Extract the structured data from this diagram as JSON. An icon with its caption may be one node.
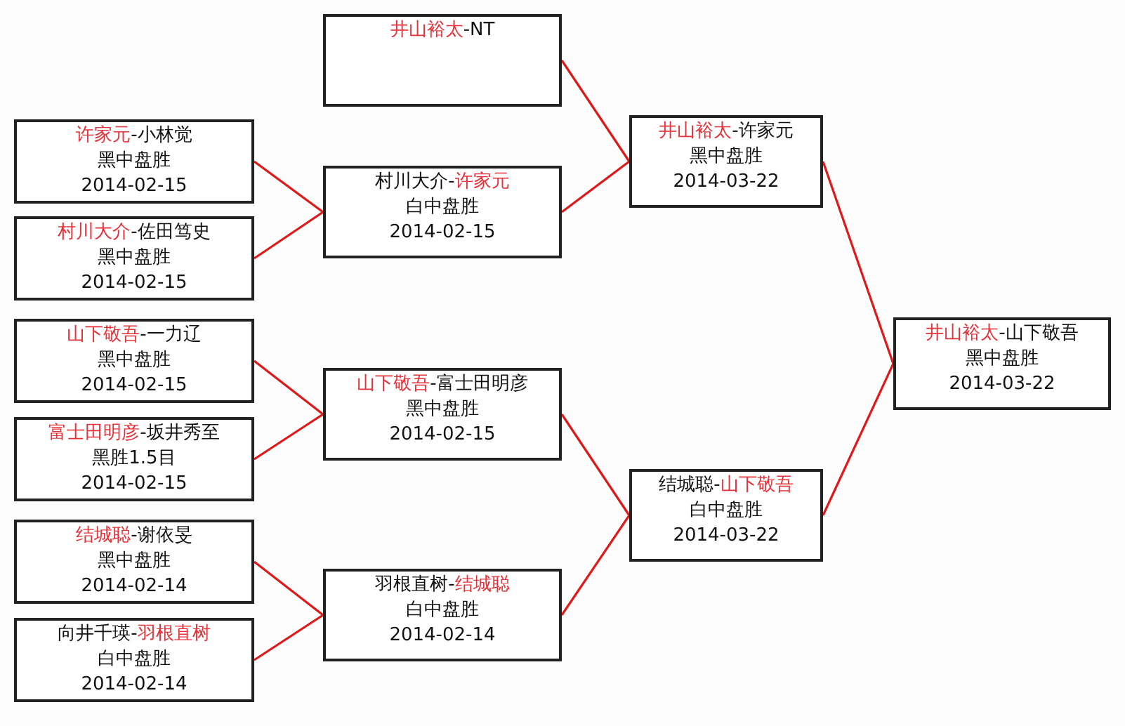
{
  "diagram": {
    "nodes": [
      {
        "text": [
          "许家元",
          "-小林觉",
          "黑中盘胜",
          "2014-02-15"
        ]
      },
      {
        "text": [
          "村川大介",
          "-佐田笃史",
          "黑中盘胜",
          "2014-02-15"
        ]
      },
      {
        "text": [
          "山下敬吾",
          "-一力辽",
          "黑中盘胜",
          "2014-02-15"
        ]
      },
      {
        "text": [
          "富士田明彦",
          "-坂井秀至",
          "黑胜1.5目",
          "2014-02-15"
        ]
      },
      {
        "text": [
          "结城聪",
          "-谢依旻",
          "黑中盘胜",
          "2014-02-14"
        ]
      },
      {
        "text": [
          "向井千瑛-",
          "羽根直树",
          "白中盘胜",
          "2014-02-14"
        ]
      },
      {
        "text": [
          "井山裕太",
          "-NT"
        ]
      },
      {
        "text": [
          "村川大介-",
          "许家元",
          "白中盘胜",
          "2014-02-15"
        ]
      },
      {
        "text": [
          "山下敬吾",
          "-富士田明彦",
          "黑中盘胜",
          "2014-02-15"
        ]
      },
      {
        "text": [
          "羽根直树-",
          "结城聪",
          "白中盘胜",
          "2014-02-14"
        ]
      },
      {
        "text": [
          "井山裕太",
          "-许家元",
          "黑中盘胜",
          "2014-03-22"
        ]
      },
      {
        "text": [
          "结城聪-",
          "山下敬吾",
          "白中盘胜",
          "2014-03-22"
        ]
      },
      {
        "text": [
          "井山裕太",
          "-山下敬吾",
          "黑中盘胜",
          "2014-03-22"
        ]
      }
    ],
    "edges": [
      {
        "from": 0,
        "to": 7,
        "arrow": "none"
      },
      {
        "from": 1,
        "to": 7,
        "arrow": "none"
      },
      {
        "from": 2,
        "to": 8,
        "arrow": "none"
      },
      {
        "from": 3,
        "to": 8,
        "arrow": "none"
      },
      {
        "from": 4,
        "to": 9,
        "arrow": "none"
      },
      {
        "from": 5,
        "to": 9,
        "arrow": "none"
      },
      {
        "from": 6,
        "to": 10,
        "arrow": "none"
      },
      {
        "from": 7,
        "to": 10,
        "arrow": "none"
      },
      {
        "from": 8,
        "to": 11,
        "arrow": "none"
      },
      {
        "from": 9,
        "to": 11,
        "arrow": "none"
      },
      {
        "from": 10,
        "to": 12,
        "arrow": "none"
      },
      {
        "from": 11,
        "to": 12,
        "arrow": "none"
      }
    ]
  }
}
